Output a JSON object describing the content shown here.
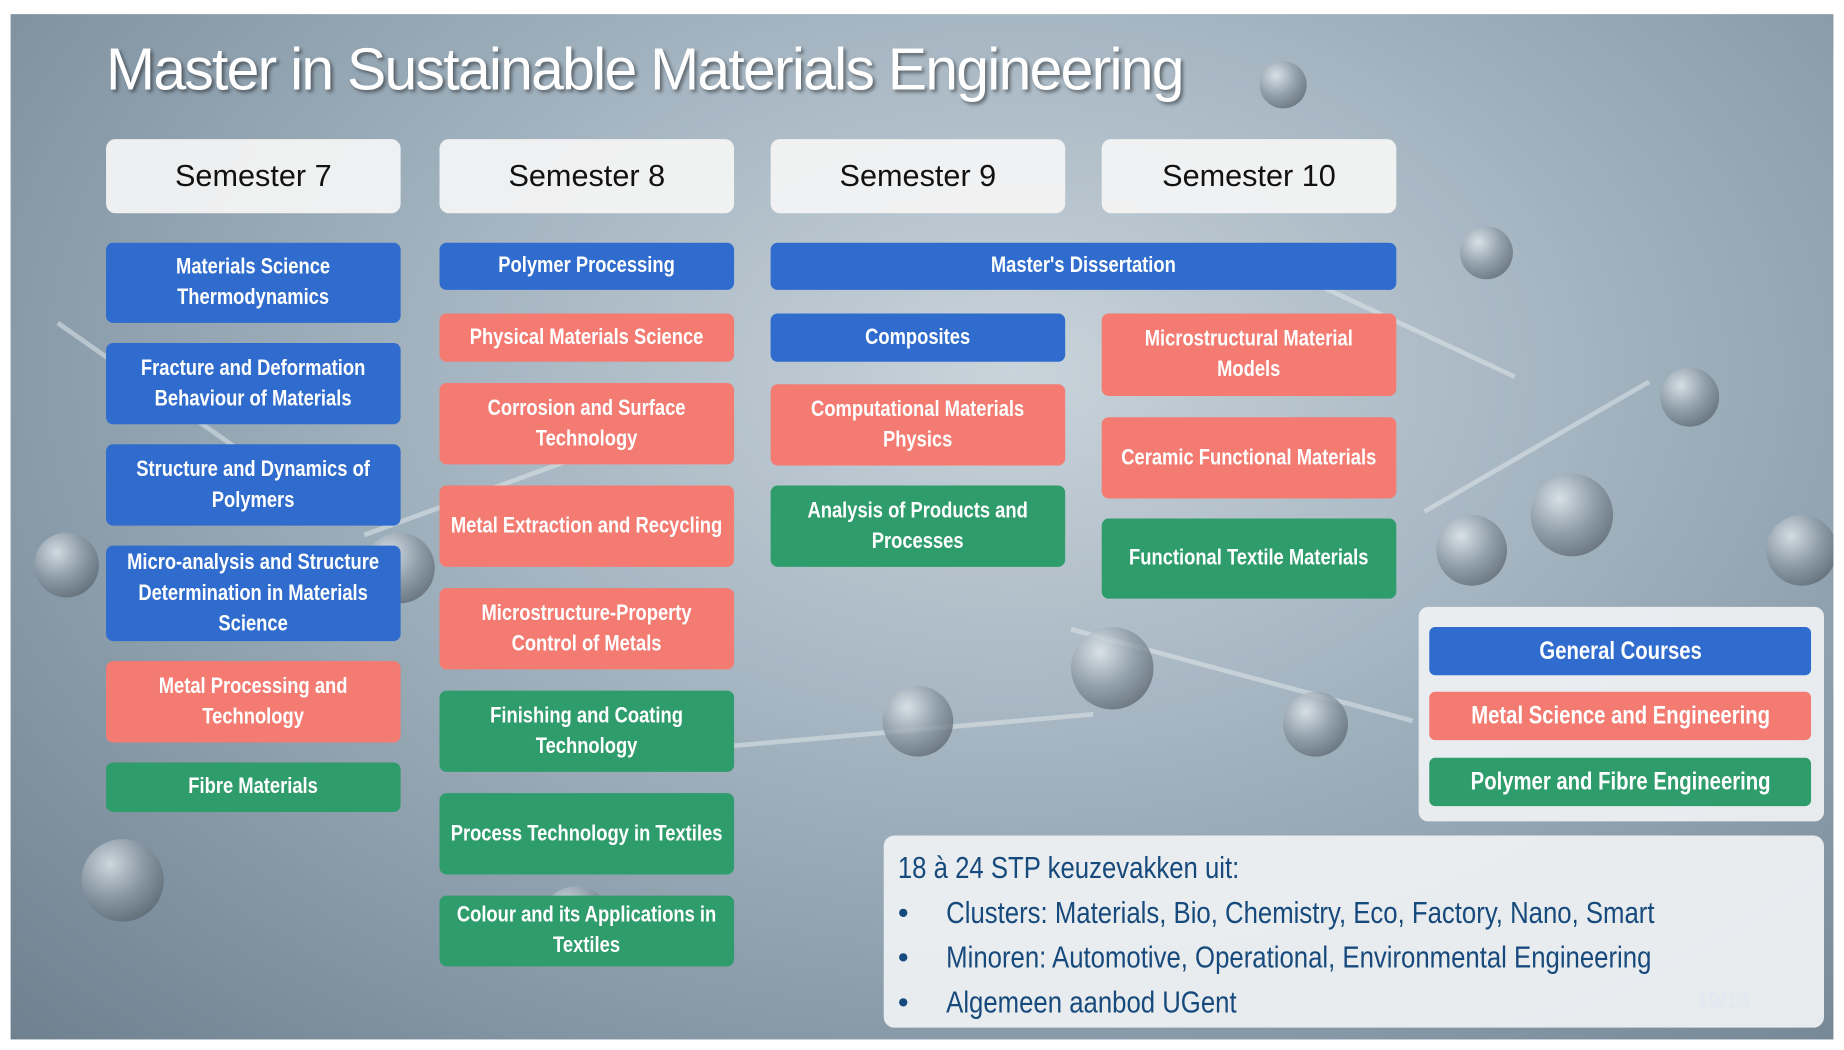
{
  "title": "Master in Sustainable Materials Engineering",
  "semesters": [
    "Semester 7",
    "Semester 8",
    "Semester 9",
    "Semester 10"
  ],
  "courses": {
    "s7": [
      "Materials Science Thermodynamics",
      "Fracture and Deformation Behaviour of Materials",
      "Structure and Dynamics of Polymers",
      "Micro-analysis and Structure Determination in Materials Science",
      "Metal Processing and Technology",
      "Fibre Materials"
    ],
    "s8": [
      "Polymer Processing",
      "Physical Materials Science",
      "Corrosion and Surface Technology",
      "Metal Extraction and Recycling",
      "Microstructure-Property Control of Metals",
      "Finishing and Coating Technology",
      "Process Technology in Textiles",
      "Colour and its Applications in Textiles"
    ],
    "s9_10": [
      "Master's Dissertation"
    ],
    "s9": [
      "Composites",
      "Computational Materials Physics",
      "Analysis of Products and Processes"
    ],
    "s10": [
      "Microstructural Material Models",
      "Ceramic Functional Materials",
      "Functional Textile Materials"
    ]
  },
  "legend": [
    "General Courses",
    "Metal Science and Engineering",
    "Polymer and Fibre Engineering"
  ],
  "colors": {
    "general": "#2f6ccd",
    "metal": "#f37b72",
    "polymer": "#2f9c6c"
  },
  "electives": {
    "heading": "18 à 24 STP keuzevakken uit:",
    "bullet": "•",
    "items": [
      "Clusters: Materials, Bio, Chemistry, Eco, Factory, Nano, Smart",
      "Minoren: Automotive, Operational, Environmental Engineering",
      "Algemeen aanbod UGent"
    ]
  },
  "page_number": "19/13"
}
